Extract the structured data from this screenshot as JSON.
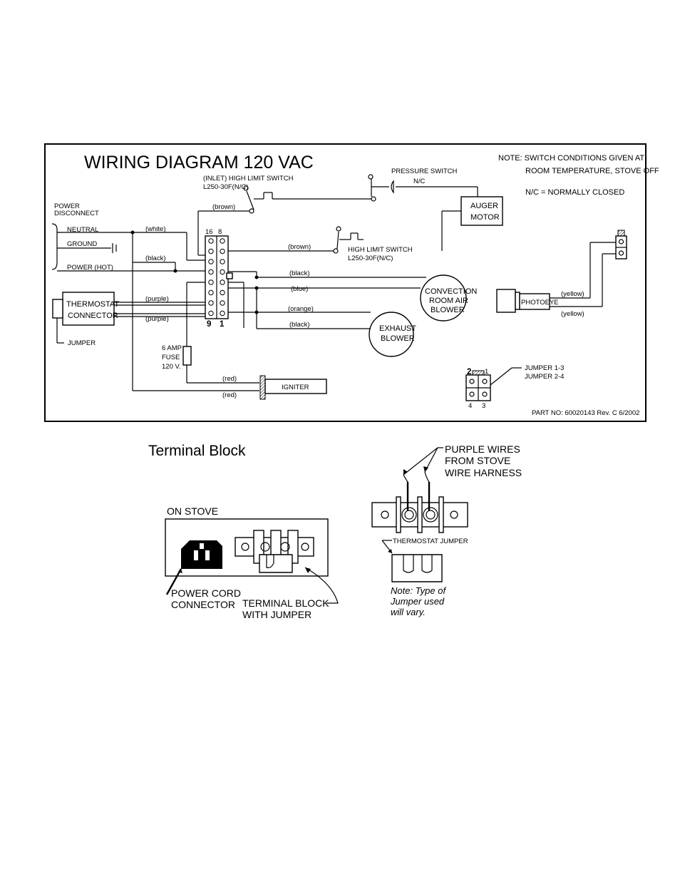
{
  "wiring": {
    "title": "WIRING DIAGRAM 120  VAC",
    "note_line1": "NOTE:  SWITCH CONDITIONS GIVEN AT",
    "note_line2": "ROOM TEMPERATURE, STOVE OFF",
    "nc_note": "N/C = NORMALLY CLOSED",
    "inlet_switch_line1": "(INLET) HIGH LIMIT SWITCH",
    "inlet_switch_line2": "L250-30F(N/C)",
    "pressure_switch_line1": "PRESSURE SWITCH",
    "pressure_switch_line2": "N/C",
    "high_limit_line1": "HIGH LIMIT SWITCH",
    "high_limit_line2": "L250-30F(N/C)",
    "power_disconnect_line1": "POWER",
    "power_disconnect_line2": "DISCONNECT",
    "neutral": "NEUTRAL",
    "ground": "GROUND",
    "power_hot": "POWER (HOT)",
    "thermostat_line1": "THERMOSTAT",
    "thermostat_line2": "CONNECTOR",
    "jumper": "JUMPER",
    "fuse_line1": "6 AMP",
    "fuse_line2": "FUSE",
    "fuse_line3": "120 V.",
    "auger_line1": "AUGER",
    "auger_line2": "MOTOR",
    "convection_line1": "CONVECTION",
    "convection_line2": "ROOM AIR",
    "convection_line3": "BLOWER",
    "exhaust_line1": "EXHAUST",
    "exhaust_line2": "BLOWER",
    "igniter": "IGNITER",
    "photoeye": "PHOTOEYE",
    "jumper_13": "JUMPER  1-3",
    "jumper_24": "JUMPER  2-4",
    "part_no": "PART NO: 60020143  Rev. C  6/2002",
    "terminal_top_left": "16",
    "terminal_top_right": "8",
    "terminal_bottom_left": "9",
    "terminal_bottom_right": "1",
    "plug_2": "2",
    "plug_1": "1",
    "plug_4": "4",
    "plug_3": "3",
    "wire_white": "(white)",
    "wire_black": "(black)",
    "wire_purple": "(purple)",
    "wire_brown": "(brown)",
    "wire_blue": "(blue)",
    "wire_orange": "(orange)",
    "wire_yellow": "(yellow)",
    "wire_red": "(red)"
  },
  "terminal_block": {
    "heading": "Terminal Block",
    "on_stove": "ON STOVE",
    "power_cord_line1": "POWER CORD",
    "power_cord_line2": "CONNECTOR",
    "terminal_jumper_line1": "TERMINAL BLOCK",
    "terminal_jumper_line2": "WITH JUMPER",
    "purple_wires_line1": "PURPLE WIRES",
    "purple_wires_line2": "FROM STOVE",
    "purple_wires_line3": "WIRE HARNESS",
    "thermostat_jumper": "THERMOSTAT JUMPER",
    "note_line1": "Note: Type of",
    "note_line2": "Jumper used",
    "note_line3": "will vary."
  }
}
